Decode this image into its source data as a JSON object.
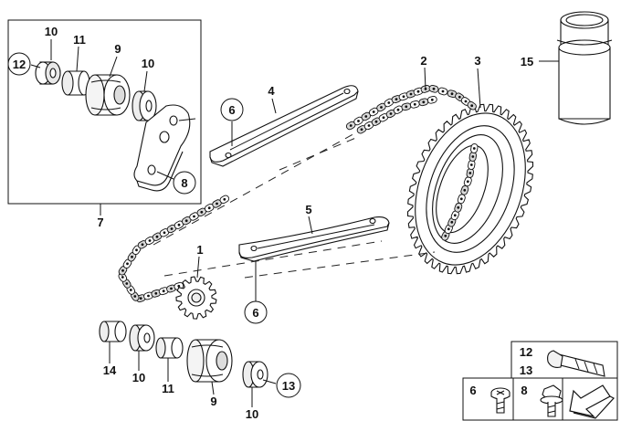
{
  "callouts": [
    {
      "id": "c10a",
      "label": "10"
    },
    {
      "id": "c11a",
      "label": "11"
    },
    {
      "id": "c9a",
      "label": "9"
    },
    {
      "id": "c10b",
      "label": "10"
    },
    {
      "id": "c12a",
      "label": "12"
    },
    {
      "id": "c8a",
      "label": "8"
    },
    {
      "id": "c7",
      "label": "7"
    },
    {
      "id": "c6a",
      "label": "6"
    },
    {
      "id": "c4",
      "label": "4"
    },
    {
      "id": "c2",
      "label": "2"
    },
    {
      "id": "c3",
      "label": "3"
    },
    {
      "id": "c15",
      "label": "15"
    },
    {
      "id": "c5",
      "label": "5"
    },
    {
      "id": "c1",
      "label": "1"
    },
    {
      "id": "c6b",
      "label": "6"
    },
    {
      "id": "c14",
      "label": "14"
    },
    {
      "id": "c10c",
      "label": "10"
    },
    {
      "id": "c11b",
      "label": "11"
    },
    {
      "id": "c9b",
      "label": "9"
    },
    {
      "id": "c13a",
      "label": "13"
    },
    {
      "id": "c10d",
      "label": "10"
    },
    {
      "id": "c12b",
      "label": "12"
    },
    {
      "id": "c13b",
      "label": "13"
    },
    {
      "id": "c6c",
      "label": "6"
    },
    {
      "id": "c8b",
      "label": "8"
    }
  ]
}
